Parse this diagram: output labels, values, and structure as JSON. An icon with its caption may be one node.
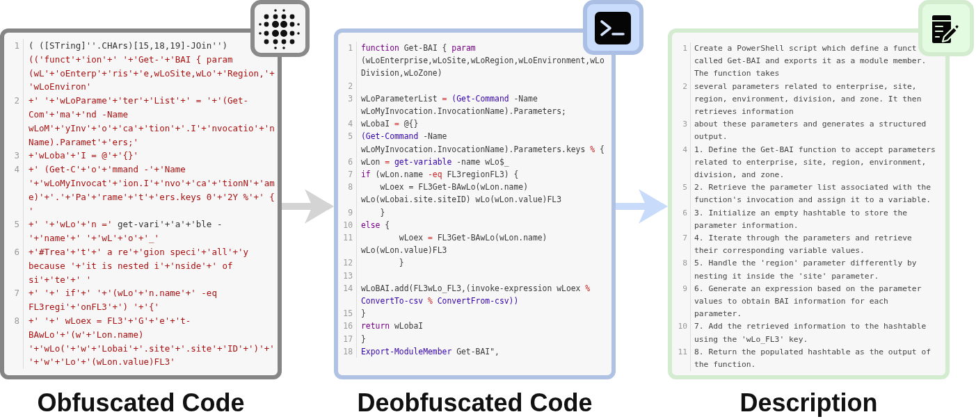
{
  "diagram": {
    "nodes": [
      {
        "text": [
          "Obfuscated Code",
          "1",
          "( ([STring]''.CHArs)[15,18,19]-JOin'') (('funct'+'ion'+' '+'Get-'+'BAI { param (wL'+'oEnterp'+'ris'+'e,wLoSite,wLo'+'Region,'+ 'wLoEnviron'",
          "2",
          "+' '+'wLoParame'+'ter'+'List'+' = '+'(Get-Com'+'ma'+'nd -Name wLoM'+'yInv'+'o'+'ca'+'tion'+'.I'+'nvocatio'+'nName).Paramet'+'ers;'",
          "3",
          "+'wLoba'+'I = @'+'{}'",
          "4",
          "+' (Get-C'+'o'+'mmand -'+'Name '+'wLoMyInvocat'+'ion.I'+'nvo'+'ca'+'tionN'+'ame)'+'.'+'Pa'+'rame'+'t'+'ers.keys 0'+'2Y %'+' { '",
          "5",
          "+' '+'wLo'+'n =' get-vari'+'a'+'ble - '+'name'+' '+'wL'+'o'+'_'",
          "6",
          "+'#Trea'+'t'+' a re'+'gion speci'+'all'+'y because '+'it is nested i'+'nside'+' of si'+'te'+' '",
          "7",
          "+' '+' if'+' '+'(wLo'+'n.name'+' -eq FL3regi'+'onFL3'+') '+'{'",
          "8",
          "+' '+' wLoex = FL3'+'G'+'e'+'t-BAwLo'+'(w'+'Lon.name) '+'wLo('+'w'+'Lobai'+'.site'+'.site'+'ID'+')'+' '+'w'+'Lo'+'(wLon.value)FL3'"
        ]
      },
      {
        "text": [
          "Deobfuscated Code",
          "1",
          "function Get-BAI { param (wLoEnterprise,wLoSite,wLoRegion,wLoEnvironment,wLoDivision,wLoZone)",
          "2",
          "3",
          "wLoParameterList = (Get-Command -Name wLoMyInvocation.InvocationName).Parameters;",
          "4",
          "wLobaI = @{}",
          "5",
          "(Get-Command -Name wLoMyInvocation.InvocationName).Parameters.keys % {",
          "6",
          "wLon = get-variable -name wLo$_",
          "7",
          "if (wLon.name -eq FL3regionFL3) {",
          "8",
          "wLoex = FL3Get-BAwLo(wLon.name) wLo(wLobai.site.siteID) wLo(wLon.value)FL3",
          "9",
          "}",
          "10",
          "else {",
          "11",
          "wLoex = FL3Get-BAwLo(wLon.name) wLo(wLon.value)FL3",
          "12",
          "}",
          "13",
          "14",
          "wLoBAI.add(FL3wLo_FL3,(invoke-expression wLoex % ConvertTo-csv % ConvertFrom-csv))",
          "15",
          "}",
          "16",
          "return wLobaI",
          "17",
          "}",
          "18",
          "Export-ModuleMember Get-BAI\","
        ]
      },
      {
        "text": [
          "Description",
          "1",
          "Create a PowerShell script which define a funct called Get-BAI and exports it as a module member. The function takes",
          "2",
          "several parameters related to enterprise, site, region, environment, division, and zone. It then retrieves information",
          "3",
          "about these parameters and generates a structured output.",
          "4",
          "1. Define the Get-BAI function to accept parameters related to enterprise, site, region, environment, division, and zone.",
          "5",
          "2. Retrieve the parameter list associated with the function's invocation and assign it to a variable.",
          "6",
          "3. Initialize an empty hashtable to store the parameter information.",
          "7",
          "4. Iterate through the parameters and retrieve their corresponding variable values.",
          "8",
          "5. Handle the 'region' parameter differently by nesting it inside the 'site' parameter.",
          "9",
          "6. Generate an expression based on the parameter values to obtain BAI information for each parameter.",
          "10",
          "7. Add the retrieved information to the hashtable using the 'wLo_FL3' key.",
          "11",
          "8. Return the populated hashtable as the output of the function."
        ]
      }
    ],
    "edges": [
      {
        "from": 0,
        "to": 1,
        "arrow": "to",
        "color": "#d4d4d4"
      },
      {
        "from": 1,
        "to": 2,
        "arrow": "to",
        "color": "#c8dbfa"
      }
    ]
  }
}
